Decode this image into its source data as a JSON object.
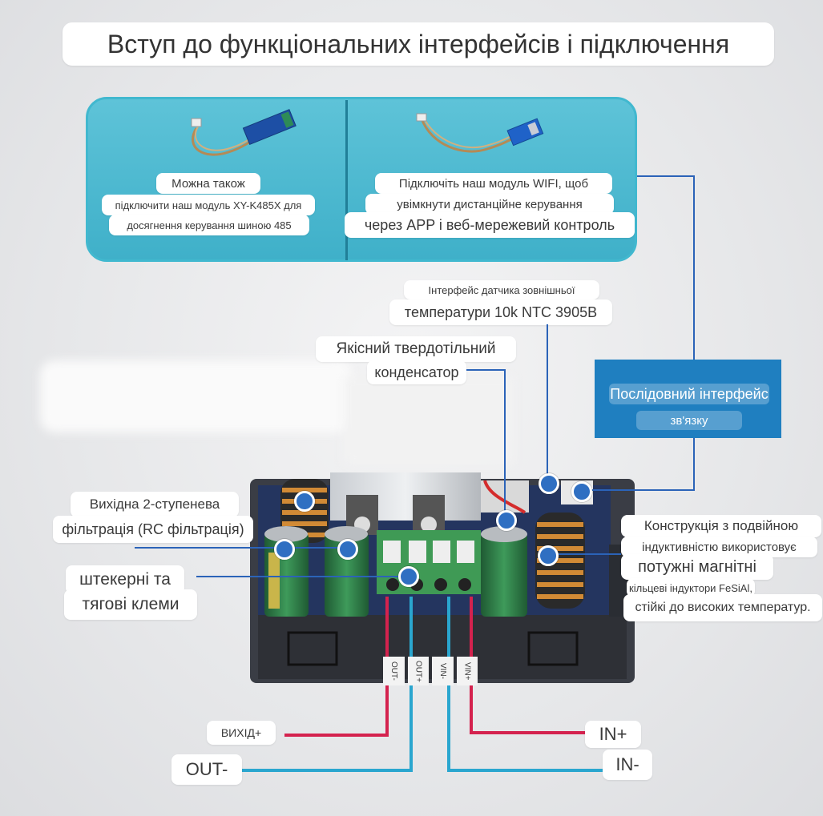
{
  "title": "Вступ до функціональних інтерфейсів і підключення",
  "top_panel": {
    "left": {
      "line1": "Можна також",
      "line2": "підключити наш модуль XY-K485X для",
      "line3": "досягнення керування шиною 485"
    },
    "right": {
      "line1": "Підключіть наш модуль WIFI, щоб",
      "line2": "увімкнути дистанційне керування",
      "line3": "через APP і веб-мережевий контроль"
    }
  },
  "labels": {
    "ntc_line1": "Інтерфейс датчика зовнішньої",
    "ntc_line2": "температури 10k NTC 3905B",
    "capacitor_line1": "Якісний твердотільний",
    "capacitor_line2": "конденсатор",
    "serial_line1": "Послідовний інтерфейс",
    "serial_line2": "зв'язку",
    "filter_line1": "Вихідна 2-ступенева",
    "filter_line2": "фільтрація (RC фільтрація)",
    "terminals_line1": "штекерні та",
    "terminals_line2": "тягові клеми",
    "inductor_line1": "Конструкція з подвійною",
    "inductor_line2": "індуктивністю використовує",
    "inductor_line3": "потужні магнітні",
    "inductor_line4": "кільцеві індуктори FeSiAl,",
    "inductor_line5": "стійкі до високих температур.",
    "out_plus": "ВИХІД+",
    "out_minus": "OUT-",
    "in_plus": "IN+",
    "in_minus": "IN-"
  },
  "terminal_marks": [
    "OUT-",
    "OUT+",
    "VIN-",
    "VIN+"
  ],
  "colors": {
    "panel": "#41b8cf",
    "serial_box": "#1f7fc0",
    "callout_line": "#2b63b8",
    "red_wire": "#d4224e",
    "blue_wire": "#2aa6cf",
    "pcb": "#2a3c6e"
  }
}
